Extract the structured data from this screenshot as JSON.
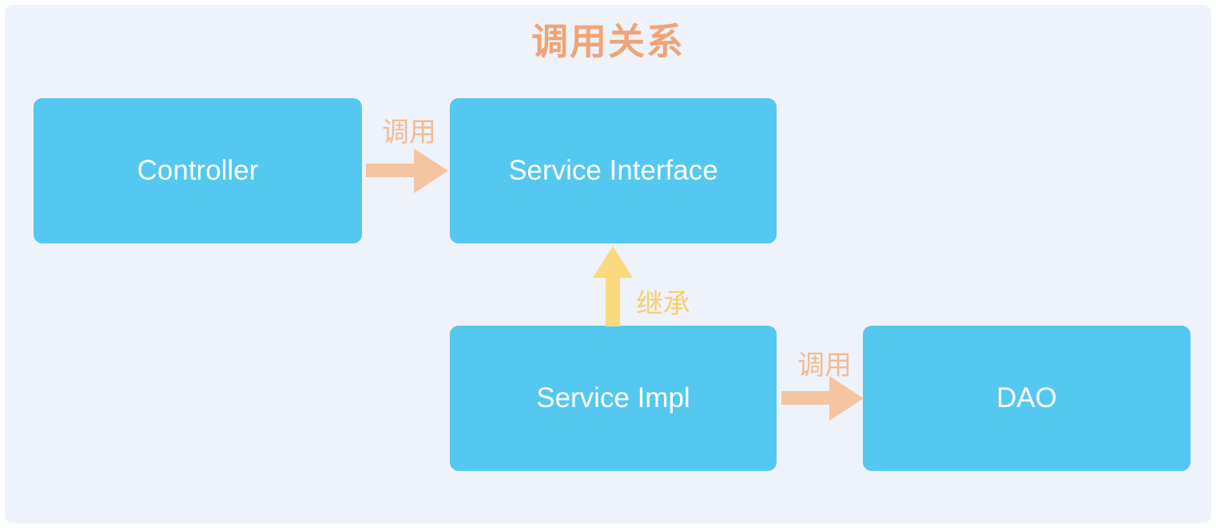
{
  "title": "调用关系",
  "colors": {
    "background": "#EEF2FA",
    "node_fill": "#54C8F0",
    "node_text": "#FFFFFF",
    "title_color": "#F0A476",
    "call_arrow": "#F5C4A0",
    "call_label": "#F3BC92",
    "inherit_arrow": "#FAD97F",
    "inherit_label": "#F8CF6E"
  },
  "nodes": [
    {
      "id": "controller",
      "label": "Controller"
    },
    {
      "id": "service-interface",
      "label": "Service Interface"
    },
    {
      "id": "service-impl",
      "label": "Service Impl"
    },
    {
      "id": "dao",
      "label": "DAO"
    }
  ],
  "edges": [
    {
      "from": "Controller",
      "to": "Service Interface",
      "label": "调用",
      "type": "call",
      "direction": "right"
    },
    {
      "from": "Service Impl",
      "to": "Service Interface",
      "label": "继承",
      "type": "inherit",
      "direction": "up"
    },
    {
      "from": "Service Impl",
      "to": "DAO",
      "label": "调用",
      "type": "call",
      "direction": "right"
    }
  ]
}
